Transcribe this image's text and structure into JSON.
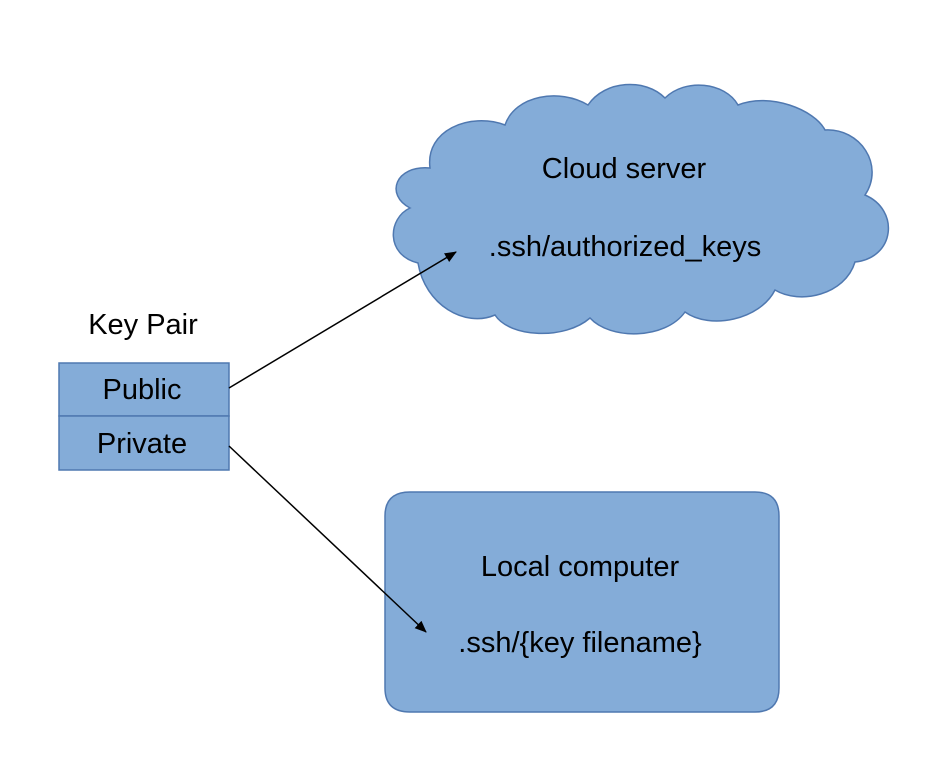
{
  "key_pair": {
    "title": "Key Pair",
    "public_label": "Public",
    "private_label": "Private"
  },
  "cloud_server": {
    "title": "Cloud server",
    "path": ".ssh/authorized_keys"
  },
  "local_computer": {
    "title": "Local computer",
    "path": ".ssh/{key filename}"
  },
  "colors": {
    "fill": "#84acd8",
    "stroke": "#4f78b0",
    "arrow": "#000000"
  }
}
